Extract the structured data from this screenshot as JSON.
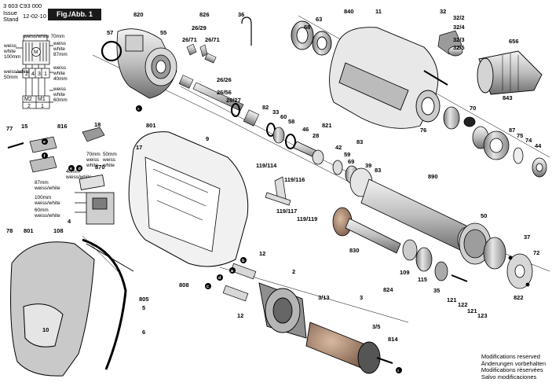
{
  "header": {
    "part_number": "3 603 C93 000",
    "issue_label": "Issue",
    "stand_label": "Stand",
    "date": "12-02-10",
    "fig_label": "Fig./Abb. 1"
  },
  "footer_notes": [
    "Modifications reserved",
    "Änderungen vorbehalten",
    "Modifications réservées",
    "Salvo modificaciones"
  ],
  "brush_spec": {
    "top_label": "weiss/white 70mm",
    "left_a": "weiss",
    "left_b": "white",
    "left_c": "100mm",
    "left_d": "weiss/white",
    "left_e": "50mm",
    "right_a": "weiss",
    "right_b": "white",
    "right_c": "87mm",
    "right_d": "weiss",
    "right_e": "white",
    "right_f": "40mm",
    "right_g": "weiss",
    "right_h": "white",
    "right_i": "60mm",
    "motor_mark": "M",
    "row_nums": [
      "2",
      "4",
      "3",
      "1"
    ],
    "bottom_labels": [
      "M2",
      "M1"
    ],
    "bottom_nums": [
      "2",
      "1"
    ]
  },
  "wire_labels": {
    "w1": "70mm",
    "w1b": "weiss",
    "w1c": "white",
    "w2": "50mm",
    "w2b": "weiss",
    "w2c": "white",
    "w3": "40mm",
    "w3b": "weiss/white",
    "w4": "87mm",
    "w4b": "weiss/white",
    "w5": "100mm",
    "w5b": "weiss/white",
    "w6": "60mm",
    "w6b": "weiss/white"
  },
  "callouts": [
    {
      "id": "c820",
      "text": "820"
    },
    {
      "id": "c57",
      "text": "57"
    },
    {
      "id": "c55",
      "text": "55"
    },
    {
      "id": "c826",
      "text": "826"
    },
    {
      "id": "c2629",
      "text": "26/29"
    },
    {
      "id": "c2671a",
      "text": "26/71"
    },
    {
      "id": "c2671b",
      "text": "26/71"
    },
    {
      "id": "c36",
      "text": "36"
    },
    {
      "id": "c2626",
      "text": "26/26"
    },
    {
      "id": "c2656",
      "text": "26/56"
    },
    {
      "id": "c2627",
      "text": "26/27"
    },
    {
      "id": "c840",
      "text": "840"
    },
    {
      "id": "c63",
      "text": "63"
    },
    {
      "id": "c68",
      "text": "68"
    },
    {
      "id": "c11",
      "text": "11"
    },
    {
      "id": "c322",
      "text": "32/2"
    },
    {
      "id": "c32",
      "text": "32"
    },
    {
      "id": "c324",
      "text": "32/4"
    },
    {
      "id": "c323",
      "text": "32/3"
    },
    {
      "id": "c325",
      "text": "32/5"
    },
    {
      "id": "c656",
      "text": "656"
    },
    {
      "id": "c843",
      "text": "843"
    },
    {
      "id": "c70",
      "text": "70"
    },
    {
      "id": "c87",
      "text": "87"
    },
    {
      "id": "c75",
      "text": "75"
    },
    {
      "id": "c74",
      "text": "74"
    },
    {
      "id": "c44",
      "text": "44"
    },
    {
      "id": "c82",
      "text": "82"
    },
    {
      "id": "c33",
      "text": "33"
    },
    {
      "id": "c60",
      "text": "60"
    },
    {
      "id": "c58",
      "text": "58"
    },
    {
      "id": "c46",
      "text": "46"
    },
    {
      "id": "c28",
      "text": "28"
    },
    {
      "id": "c821",
      "text": "821"
    },
    {
      "id": "c76",
      "text": "76"
    },
    {
      "id": "c42",
      "text": "42"
    },
    {
      "id": "c59",
      "text": "59"
    },
    {
      "id": "c83a",
      "text": "83"
    },
    {
      "id": "c83b",
      "text": "83"
    },
    {
      "id": "c69",
      "text": "69"
    },
    {
      "id": "c39",
      "text": "39"
    },
    {
      "id": "c890",
      "text": "890"
    },
    {
      "id": "c77",
      "text": "77"
    },
    {
      "id": "c15",
      "text": "15"
    },
    {
      "id": "c816",
      "text": "816"
    },
    {
      "id": "c18",
      "text": "18"
    },
    {
      "id": "c801a",
      "text": "801"
    },
    {
      "id": "c17",
      "text": "17"
    },
    {
      "id": "c9",
      "text": "9"
    },
    {
      "id": "c870",
      "text": "870"
    },
    {
      "id": "c119114",
      "text": "119/114"
    },
    {
      "id": "c119116",
      "text": "119/116"
    },
    {
      "id": "c119117",
      "text": "119/117"
    },
    {
      "id": "c119119",
      "text": "119/119"
    },
    {
      "id": "c4",
      "text": "4"
    },
    {
      "id": "c108",
      "text": "108"
    },
    {
      "id": "c78",
      "text": "78"
    },
    {
      "id": "c801b",
      "text": "801"
    },
    {
      "id": "c50",
      "text": "50"
    },
    {
      "id": "c37",
      "text": "37"
    },
    {
      "id": "c72",
      "text": "72"
    },
    {
      "id": "c830",
      "text": "830"
    },
    {
      "id": "c808",
      "text": "808"
    },
    {
      "id": "c12a",
      "text": "12"
    },
    {
      "id": "c12b",
      "text": "12"
    },
    {
      "id": "c2",
      "text": "2"
    },
    {
      "id": "c109",
      "text": "109"
    },
    {
      "id": "c115",
      "text": "115"
    },
    {
      "id": "c35",
      "text": "35"
    },
    {
      "id": "c824",
      "text": "824"
    },
    {
      "id": "c822",
      "text": "822"
    },
    {
      "id": "c121a",
      "text": "121"
    },
    {
      "id": "c122",
      "text": "122"
    },
    {
      "id": "c121b",
      "text": "121"
    },
    {
      "id": "c123",
      "text": "123"
    },
    {
      "id": "c805",
      "text": "805"
    },
    {
      "id": "c5",
      "text": "5"
    },
    {
      "id": "c6",
      "text": "6"
    },
    {
      "id": "c10",
      "text": "10"
    },
    {
      "id": "c313",
      "text": "3/13"
    },
    {
      "id": "c3",
      "text": "3"
    },
    {
      "id": "c35b",
      "text": "3/5"
    },
    {
      "id": "c814",
      "text": "814"
    }
  ],
  "letter_marks": [
    "a",
    "b",
    "c",
    "d",
    "e",
    "f",
    "x"
  ]
}
